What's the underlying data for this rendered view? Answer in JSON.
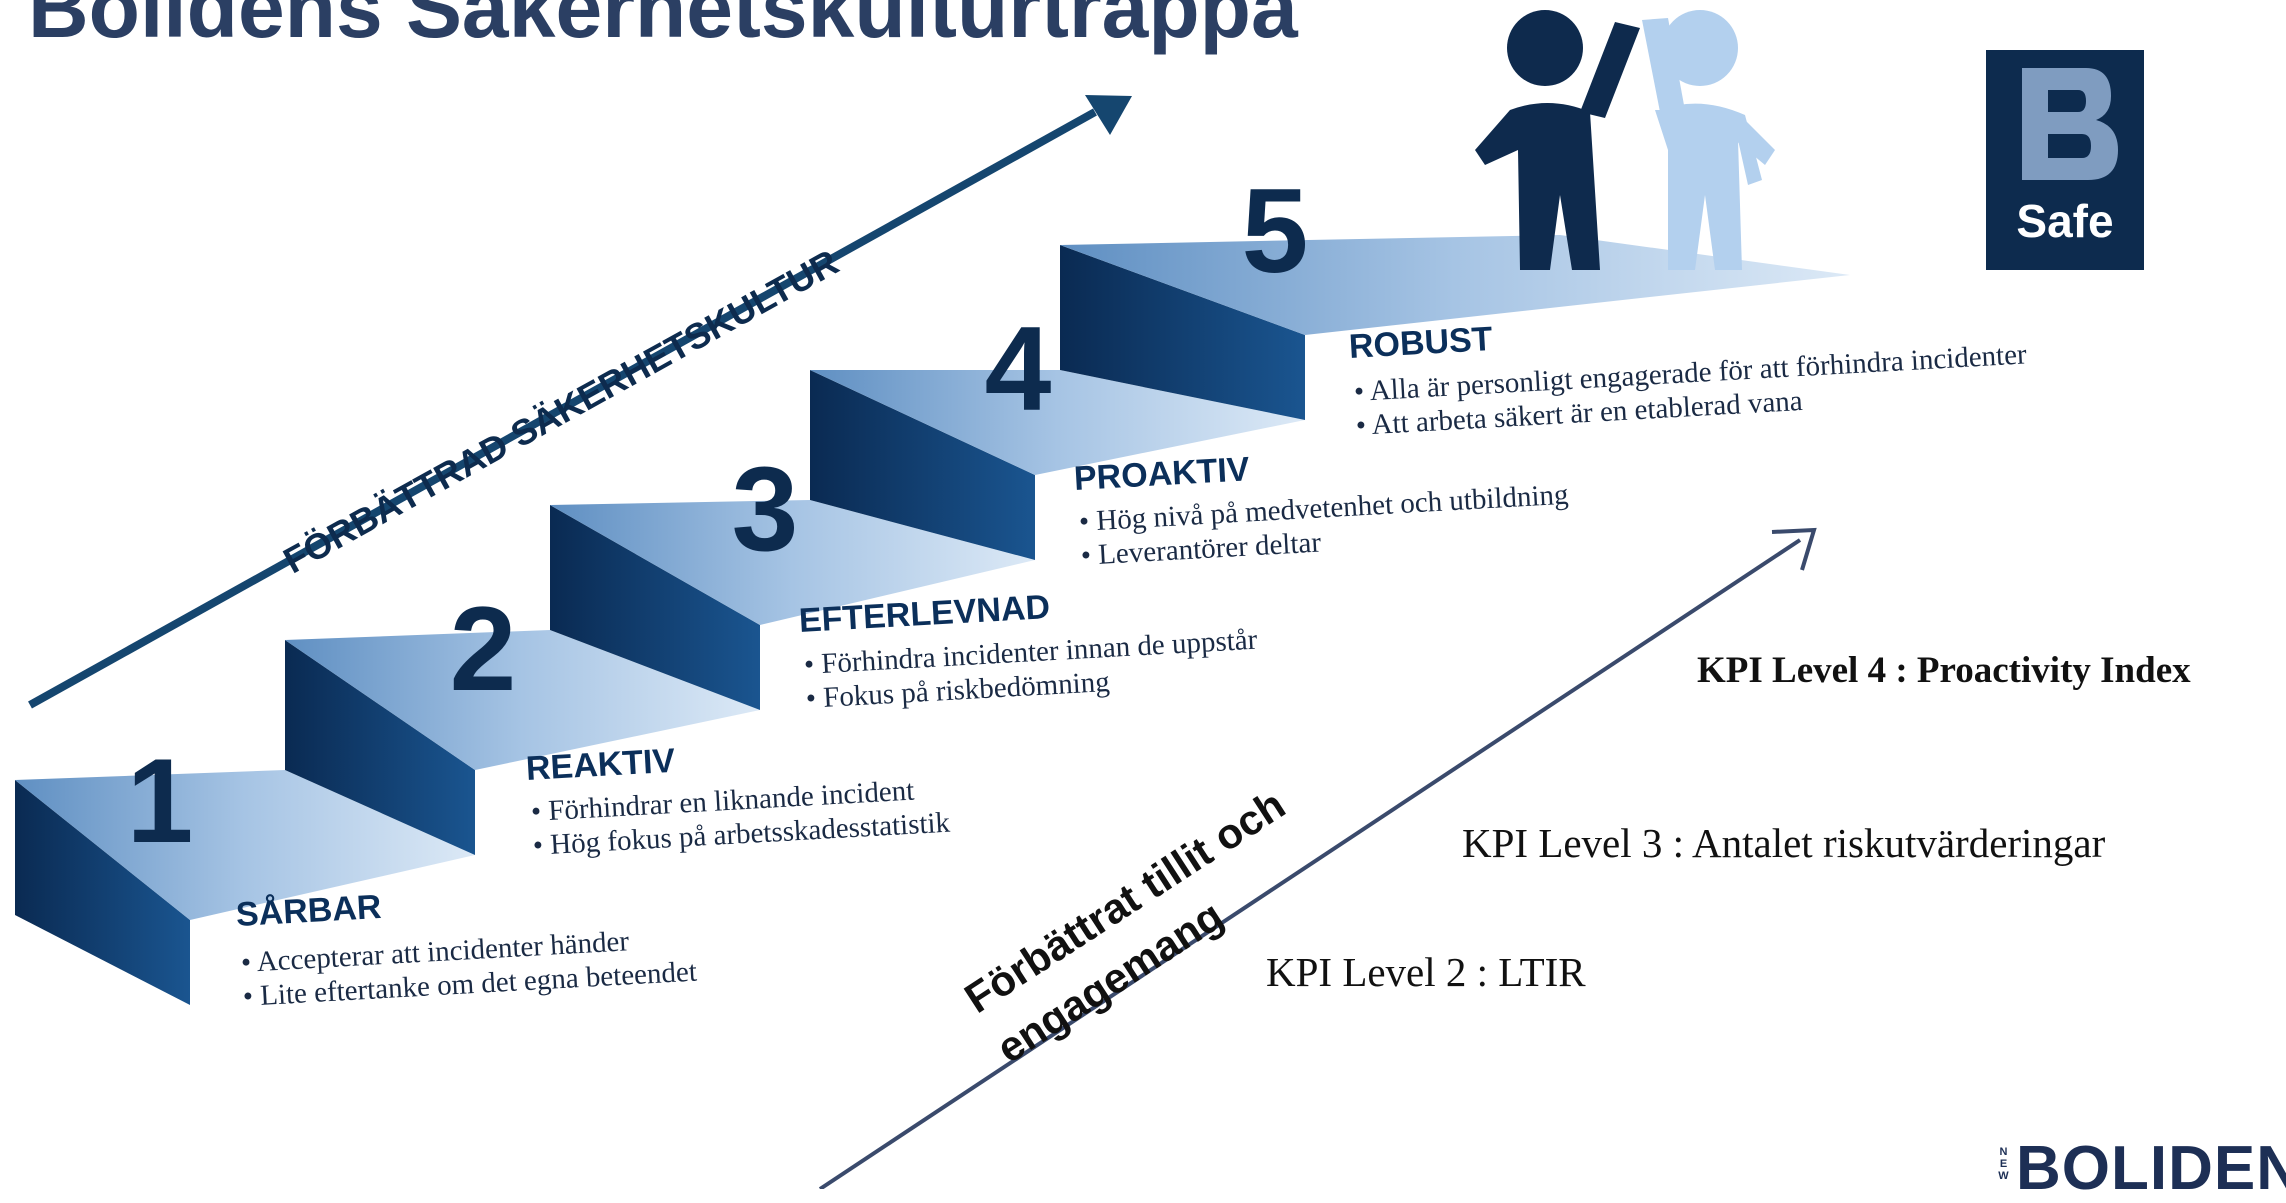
{
  "title": "Bolidens Säkerhetskulturtrappa",
  "arrow_labels": {
    "culture": "FÖRBÄTTRAD SÄKERHETSKULTUR",
    "trust_line1": "Förbättrat tillit och",
    "trust_line2": "engagemang"
  },
  "steps": [
    {
      "number": "1",
      "name": "SÅRBAR",
      "bullets": [
        "Accepterar att incidenter händer",
        "Lite eftertanke om det egna beteendet"
      ]
    },
    {
      "number": "2",
      "name": "REAKTIV",
      "bullets": [
        "Förhindrar en liknande incident",
        "Hög fokus på arbetsskadesstatistik"
      ]
    },
    {
      "number": "3",
      "name": "EFTERLEVNAD",
      "bullets": [
        "Förhindra incidenter innan de uppstår",
        "Fokus på riskbedömning"
      ]
    },
    {
      "number": "4",
      "name": "PROAKTIV",
      "bullets": [
        "Hög nivå på medvetenhet och utbildning",
        "Leverantörer deltar"
      ]
    },
    {
      "number": "5",
      "name": "ROBUST",
      "bullets": [
        "Alla är personligt engagerade för att förhindra incidenter",
        "Att arbeta säkert är en etablerad vana"
      ]
    }
  ],
  "kpis": {
    "level4": "KPI Level 4 : Proactivity Index",
    "level3": "KPI Level 3 : Antalet riskutvärderingar",
    "level2": "KPI Level 2 : LTIR"
  },
  "logo_bsafe": {
    "letter": "B",
    "label": "Safe"
  },
  "logo_boliden": {
    "tag": "NEW",
    "name": "BOLIDEN"
  },
  "colors": {
    "navy": "#0d2b4e",
    "blue_dark": "#1a4a80",
    "step_top": "#a9c6e4",
    "step_front": "#0f3c6e",
    "figure_dark": "#0e2a4d",
    "figure_light": "#b3d0ee"
  }
}
